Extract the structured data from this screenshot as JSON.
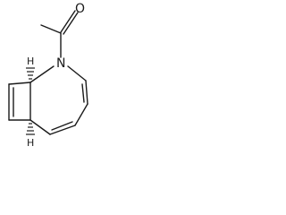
{
  "molecule": {
    "atoms": {
      "oxygen": "O",
      "nitrogen": "N",
      "stereo_h_top": "H",
      "stereo_h_bottom": "H"
    },
    "bond_color": "#1a1a1a"
  }
}
